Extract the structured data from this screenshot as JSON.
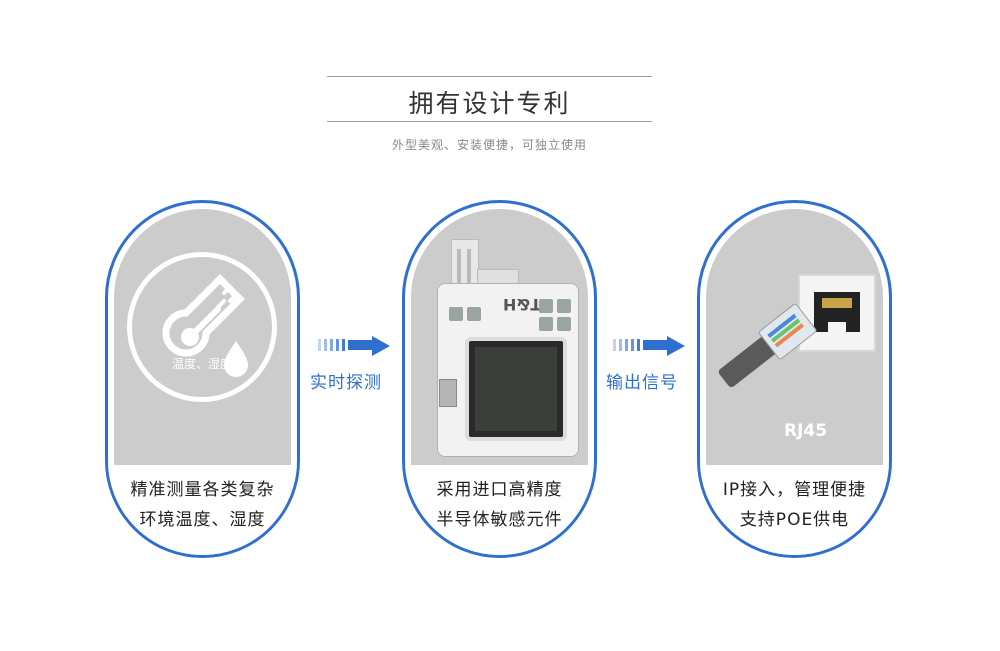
{
  "header": {
    "title": "拥有设计专利",
    "subtitle": "外型美观、安装便捷，可独立使用"
  },
  "cards": [
    {
      "icon": "thermometer-droplet-icon",
      "icon_label": "温度、湿度",
      "line1": "精准测量各类复杂",
      "line2": "环境温度、湿度"
    },
    {
      "icon": "sensor-device-icon",
      "device_mark": "T&H",
      "line1": "采用进口高精度",
      "line2": "半导体敏感元件"
    },
    {
      "icon": "rj45-port-icon",
      "icon_label": "RJ45",
      "line1": "IP接入，管理便捷",
      "line2": "支持POE供电"
    }
  ],
  "arrows": [
    {
      "label": "实时探测"
    },
    {
      "label": "输出信号"
    }
  ],
  "colors": {
    "accent": "#2e6fcf",
    "card_gray": "#cccccc"
  }
}
